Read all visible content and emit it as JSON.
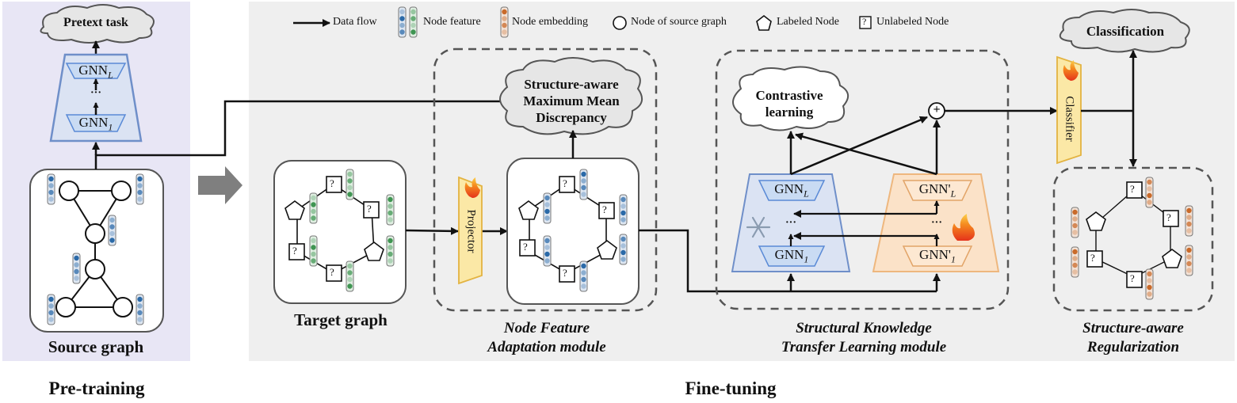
{
  "legend": {
    "data_flow": "Data flow",
    "node_feature": "Node feature",
    "node_embedding": "Node embedding",
    "node_source": "Node of source graph",
    "labeled_node": "Labeled Node",
    "unlabeled_node": "Unlabeled Node"
  },
  "pretraining": {
    "pretext_task": "Pretext task",
    "gnn_top": "GNN",
    "gnn_top_sub": "L",
    "gnn_bottom": "GNN",
    "gnn_bottom_sub": "1",
    "dots": "···",
    "source_graph": "Source graph",
    "phase_label": "Pre-training"
  },
  "finetuning": {
    "phase_label": "Fine-tuning",
    "target_graph": "Target graph",
    "projector": "Projector",
    "smmd_line1": "Structure-aware",
    "smmd_line2": "Maximum Mean",
    "smmd_line3": "Discrepancy",
    "nfa_line1": "Node Feature",
    "nfa_line2": "Adaptation module",
    "contrastive_line1": "Contrastive",
    "contrastive_line2": "learning",
    "gnn_frozen_top": "GNN",
    "gnn_frozen_top_sub": "L",
    "gnn_frozen_bottom": "GNN",
    "gnn_frozen_bottom_sub": "1",
    "gnn_tuned_top": "GNN'",
    "gnn_tuned_top_sub": "L",
    "gnn_tuned_bottom": "GNN'",
    "gnn_tuned_bottom_sub": "1",
    "dots": "···",
    "plus": "+",
    "sktl_line1": "Structural Knowledge",
    "sktl_line2": "Transfer Learning module",
    "classification": "Classification",
    "classifier": "Classifier",
    "reg_line1": "Structure-aware",
    "reg_line2": "Regularization",
    "unlabeled_mark": "?"
  },
  "colors": {
    "pretrain_bg": "#e8e6f5",
    "finetune_bg": "#efefef",
    "gnn_frozen_fill": "#dbe3f3",
    "gnn_frozen_stroke": "#6f8fc9",
    "gnn_tuned_fill": "#fbe2c8",
    "gnn_tuned_stroke": "#eeb77e",
    "projector_fill": "#fbe8a6",
    "feature_blue": "#2b6aa8",
    "feature_green": "#3f9552",
    "embedding_orange": "#c96a2a"
  }
}
